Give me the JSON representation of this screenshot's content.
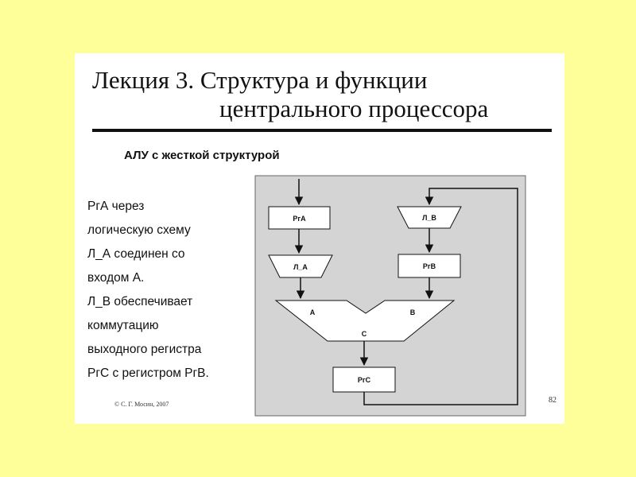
{
  "slide": {
    "title_line1": "Лекция 3.  Структура и функции",
    "title_line2": "центрального процессора",
    "subtitle": "АЛУ с жесткой структурой",
    "description": [
      "РгА через",
      "логическую схему",
      "Л_А соединен со",
      "входом А.",
      "Л_В обеспечивает",
      "коммутацию",
      "выходного регистра",
      "РгС с регистром РгВ."
    ],
    "copyright": "© С. Г. Мосин, 2007",
    "page_number": "82"
  },
  "diagram": {
    "blocks": {
      "reg_a": "РгА",
      "logic_b": "Л_В",
      "logic_a": "Л_А",
      "reg_b": "РгВ",
      "alu_input_a": "А",
      "alu_input_b": "В",
      "alu_output_c": "С",
      "reg_c": "РгС"
    }
  }
}
